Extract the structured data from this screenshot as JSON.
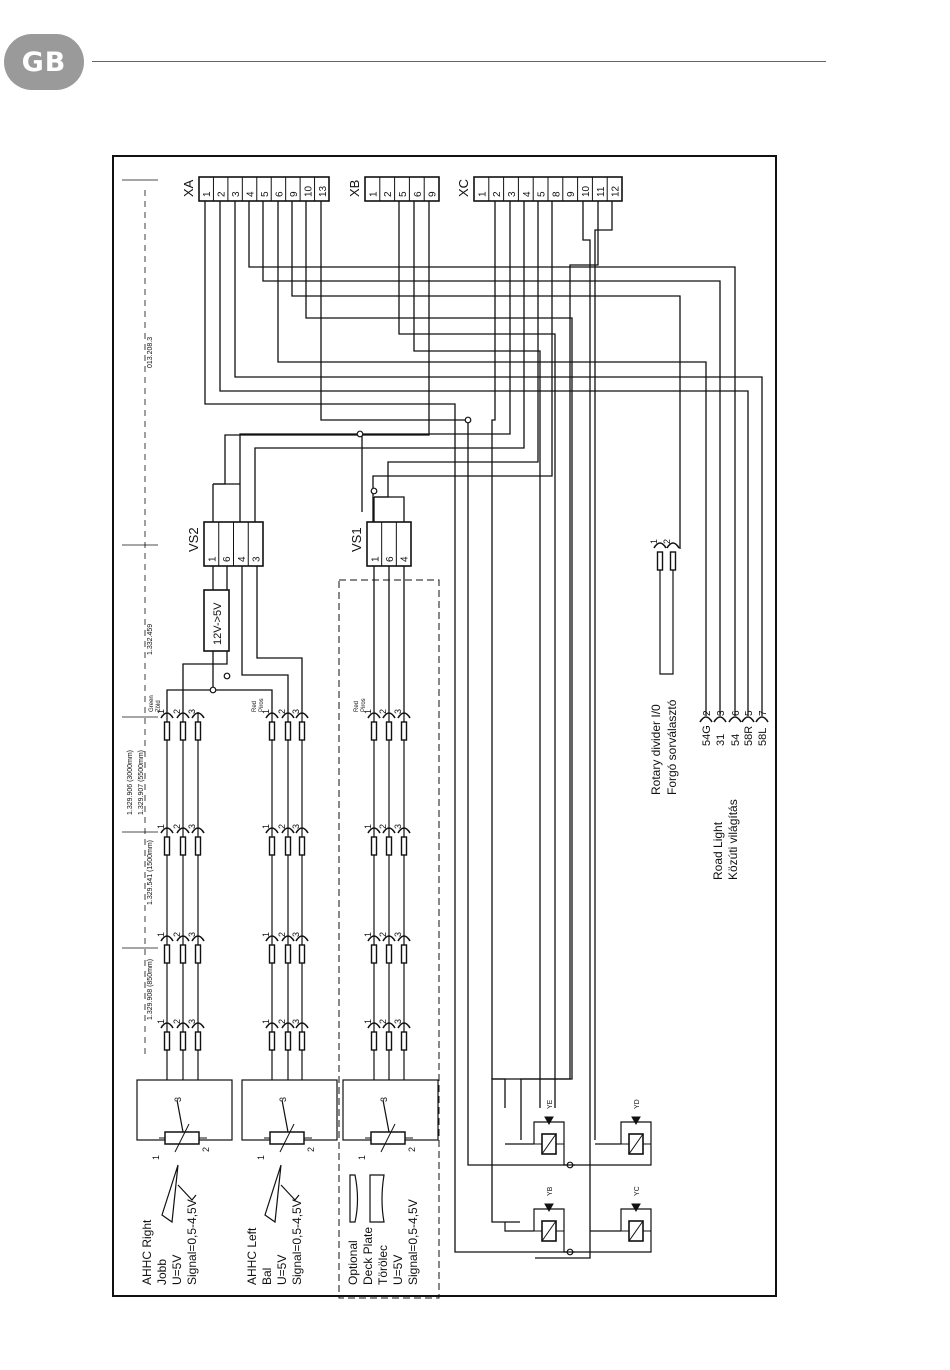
{
  "header": {
    "language_badge": "GB"
  },
  "connectors": {
    "XA": {
      "name": "XA",
      "pins": [
        "1",
        "2",
        "3",
        "4",
        "5",
        "6",
        "9",
        "10",
        "13"
      ]
    },
    "XB": {
      "name": "XB",
      "pins": [
        "1",
        "2",
        "5",
        "6",
        "9"
      ]
    },
    "XC": {
      "name": "XC",
      "pins": [
        "1",
        "2",
        "3",
        "4",
        "5",
        "8",
        "9",
        "10",
        "11",
        "12"
      ]
    },
    "VS2": {
      "name": "VS2",
      "pins": [
        "1",
        "6",
        "4",
        "3"
      ]
    },
    "VS1": {
      "name": "VS1",
      "pins": [
        "1",
        "6",
        "4"
      ]
    }
  },
  "converter": "12V->5V",
  "cable_labels": {
    "c1": "013.208.3",
    "c2": "1.332.459",
    "c3a": "1.329.906 (3000mm)",
    "c3b": "1.329.907 (5500mm)",
    "c4": "1.329.541 (1500mm)",
    "c5": "1.329.908 (850mm)"
  },
  "wire_colors": {
    "green": "Green",
    "green_hu": "Zöld",
    "red1": "Red",
    "red1_hu": "Piros",
    "red2": "Red",
    "red2_hu": "Piros"
  },
  "plug_pins": [
    "1",
    "2",
    "3"
  ],
  "sensors": {
    "ahhc_right": [
      "AHHC Right",
      "Jobb",
      "U=5V",
      "Signal=0,5-4,5V"
    ],
    "ahhc_left": [
      "AHHC Left",
      "Bal",
      "U=5V",
      "Signal=0,5-4,5V"
    ],
    "deck_plate": [
      "Optional",
      "Deck Plate",
      "Törölec",
      "U=5V",
      "Signal=0,5-4,5V"
    ]
  },
  "pot_pins": {
    "p1": "1",
    "p2": "2",
    "p3": "3"
  },
  "rotary_divider": {
    "label": "Rotary divider I/0",
    "label_hu": "Forgó sorválasztó",
    "pins": [
      "1",
      "2"
    ]
  },
  "road_light": {
    "label": "Road Light",
    "label_hu": "Közúti világítás",
    "terminals": [
      {
        "name": "54G",
        "pin": "2"
      },
      {
        "name": "31",
        "pin": "3"
      },
      {
        "name": "54",
        "pin": "6"
      },
      {
        "name": "58R",
        "pin": "5"
      },
      {
        "name": "58L",
        "pin": "7"
      }
    ]
  },
  "valves": {
    "ye": "YE",
    "yd": "YD",
    "yb": "YB",
    "yc": "YC"
  }
}
